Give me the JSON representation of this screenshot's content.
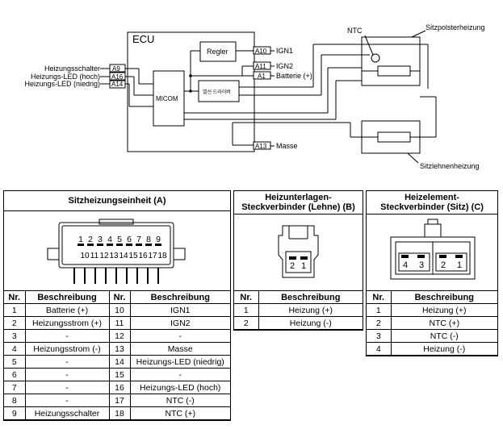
{
  "diagram": {
    "ecu_label": "ECU",
    "regler_label": "Regler",
    "micom_label": "MICOM",
    "chip_label": "열선 드라이버",
    "ntc_label": "NTC",
    "sitzpolster_label": "Sitzpolsterheizung",
    "sitzlehnen_label": "Sitzlehnenheizung",
    "pins_left": [
      {
        "pin": "A9",
        "label": "Heizungsschalter"
      },
      {
        "pin": "A16",
        "label": "Heizungs-LED (hoch)"
      },
      {
        "pin": "A14",
        "label": "Heizungs-LED (niedrig)"
      }
    ],
    "pins_right": [
      {
        "pin": "A10",
        "label": "IGN1"
      },
      {
        "pin": "A11",
        "label": "IGN2"
      },
      {
        "pin": "A1",
        "label": "Batterie (+)"
      },
      {
        "pin": "A13",
        "label": "Masse"
      }
    ]
  },
  "table_a": {
    "title": "Sitzheizungseinheit (A)",
    "connector_pins_top": [
      "1",
      "2",
      "3",
      "4",
      "5",
      "6",
      "7",
      "8",
      "9"
    ],
    "connector_pins_bottom": [
      "10",
      "11",
      "12",
      "13",
      "14",
      "15",
      "16",
      "17",
      "18"
    ],
    "headers": [
      "Nr.",
      "Beschreibung",
      "Nr.",
      "Beschreibung"
    ],
    "rows": [
      [
        "1",
        "Batterie (+)",
        "10",
        "IGN1"
      ],
      [
        "2",
        "Heizungsstrom (+)",
        "11",
        "IGN2"
      ],
      [
        "3",
        "-",
        "12",
        "-"
      ],
      [
        "4",
        "Heizungsstrom (-)",
        "13",
        "Masse"
      ],
      [
        "5",
        "-",
        "14",
        "Heizungs-LED (niedrig)"
      ],
      [
        "6",
        "-",
        "15",
        "-"
      ],
      [
        "7",
        "-",
        "16",
        "Heizungs-LED (hoch)"
      ],
      [
        "8",
        "-",
        "17",
        "NTC (-)"
      ],
      [
        "9",
        "Heizungsschalter",
        "18",
        "NTC (+)"
      ]
    ]
  },
  "table_b": {
    "title_line1": "Heizunterlagen-",
    "title_line2": "Steckverbinder (Lehne) (B)",
    "connector_pins": [
      "2",
      "1"
    ],
    "headers": [
      "Nr.",
      "Beschreibung"
    ],
    "rows": [
      [
        "1",
        "Heizung (+)"
      ],
      [
        "2",
        "Heizung (-)"
      ]
    ]
  },
  "table_c": {
    "title_line1": "Heizelement-",
    "title_line2": "Steckverbinder (Sitz) (C)",
    "connector_pins": [
      "4",
      "3",
      "2",
      "1"
    ],
    "headers": [
      "Nr.",
      "Beschreibung"
    ],
    "rows": [
      [
        "1",
        "Heizung (+)"
      ],
      [
        "2",
        "NTC (+)"
      ],
      [
        "3",
        "NTC (-)"
      ],
      [
        "4",
        "Heizung (-)"
      ]
    ]
  }
}
